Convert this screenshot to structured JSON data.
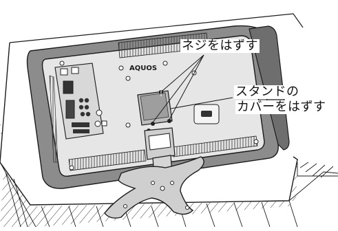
{
  "brand": "AQUOS",
  "labels": {
    "remove_screws": "ネジをはずす",
    "remove_cover_line1": "スタンドの",
    "remove_cover_line2": "カバーをはずす"
  },
  "colors": {
    "table_fill": "#ffffff",
    "bezel": "#8c8c8c",
    "bezel_dark": "#6e6e6e",
    "back_panel": "#e6e6e6",
    "line": "#1a1a1a"
  }
}
